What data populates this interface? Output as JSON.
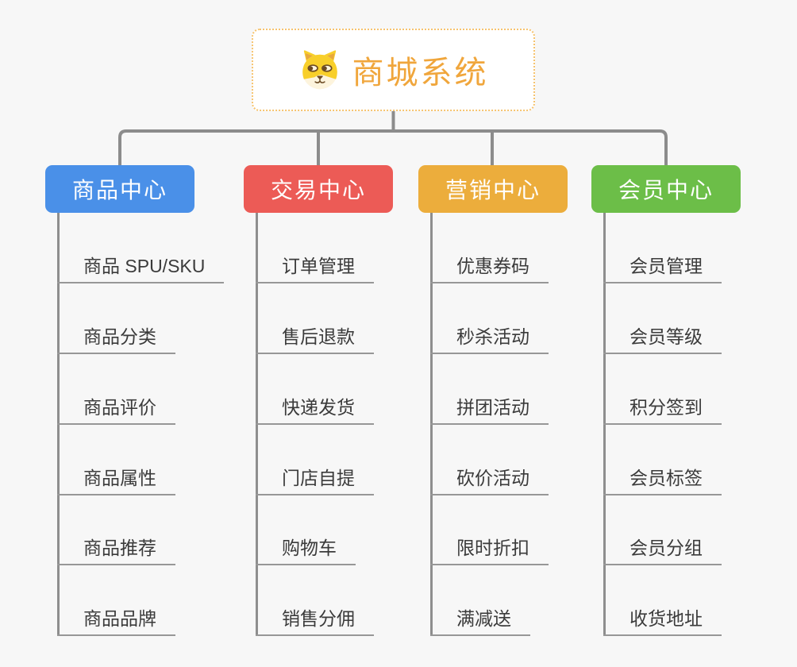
{
  "root": {
    "title": "商城系统",
    "icon": "shiba-dog-icon"
  },
  "branches": [
    {
      "label": "商品中心",
      "color": "#4a90e8",
      "items": [
        "商品 SPU/SKU",
        "商品分类",
        "商品评价",
        "商品属性",
        "商品推荐",
        "商品品牌"
      ]
    },
    {
      "label": "交易中心",
      "color": "#ec5b56",
      "items": [
        "订单管理",
        "售后退款",
        "快递发货",
        "门店自提",
        "购物车",
        "销售分佣"
      ]
    },
    {
      "label": "营销中心",
      "color": "#ecad3c",
      "items": [
        "优惠券码",
        "秒杀活动",
        "拼团活动",
        "砍价活动",
        "限时折扣",
        "满减送"
      ]
    },
    {
      "label": "会员中心",
      "color": "#6cbe48",
      "items": [
        "会员管理",
        "会员等级",
        "积分签到",
        "会员标签",
        "会员分组",
        "收货地址"
      ]
    }
  ],
  "colors": {
    "background": "#f7f7f7",
    "connector_line": "#8c8c8c",
    "leaf_underline": "#979797",
    "leaf_text": "#3b3b3b",
    "root_border": "#f6c36e",
    "root_text": "#f0a63c"
  }
}
